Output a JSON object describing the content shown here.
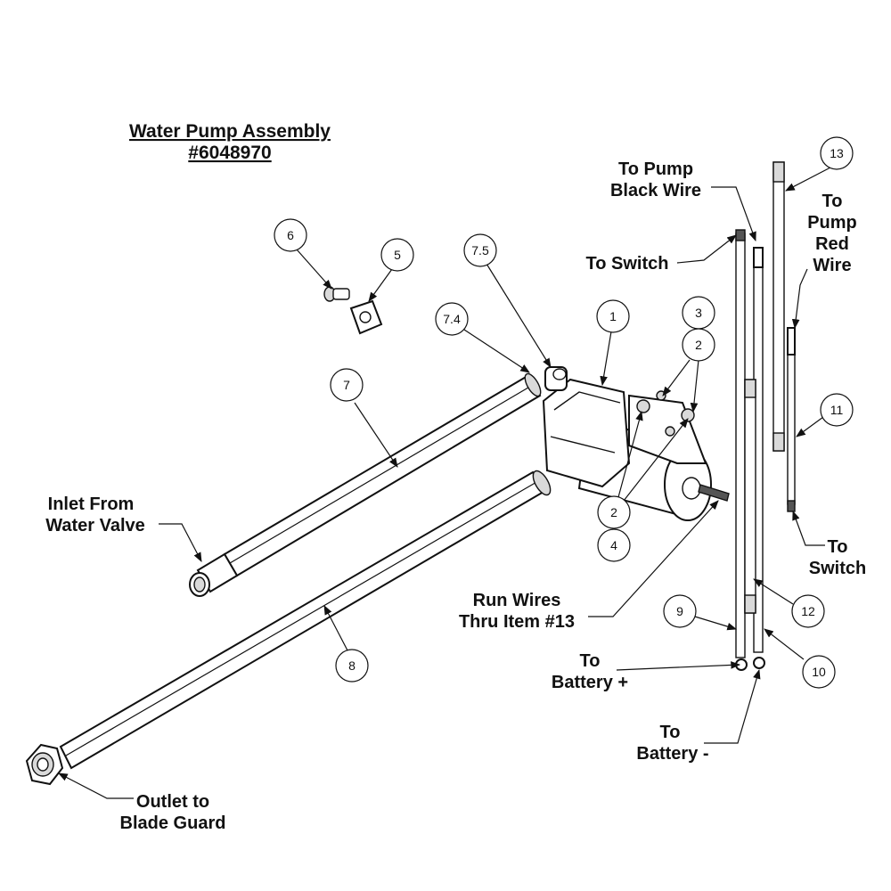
{
  "title": {
    "line1": "Water Pump Assembly",
    "line2": "#6048970"
  },
  "callouts": {
    "to_pump_black_wire": [
      "To Pump",
      "Black Wire"
    ],
    "to_switch_top": [
      "To Switch"
    ],
    "to_pump_red_wire": [
      "To",
      "Pump",
      "Red",
      "Wire"
    ],
    "to_switch_right": [
      "To",
      "Switch"
    ],
    "inlet": [
      "Inlet From",
      "Water Valve"
    ],
    "run_wires": [
      "Run Wires",
      "Thru Item #13"
    ],
    "to_battery_plus": [
      "To",
      "Battery +"
    ],
    "to_battery_minus": [
      "To",
      "Battery -"
    ],
    "outlet": [
      "Outlet to",
      "Blade Guard"
    ]
  },
  "items": {
    "i1": "1",
    "i2a": "2",
    "i2b": "2",
    "i3": "3",
    "i4": "4",
    "i5": "5",
    "i6": "6",
    "i7": "7",
    "i74": "7.4",
    "i75": "7.5",
    "i8": "8",
    "i9": "9",
    "i10": "10",
    "i11": "11",
    "i12": "12",
    "i13": "13"
  }
}
